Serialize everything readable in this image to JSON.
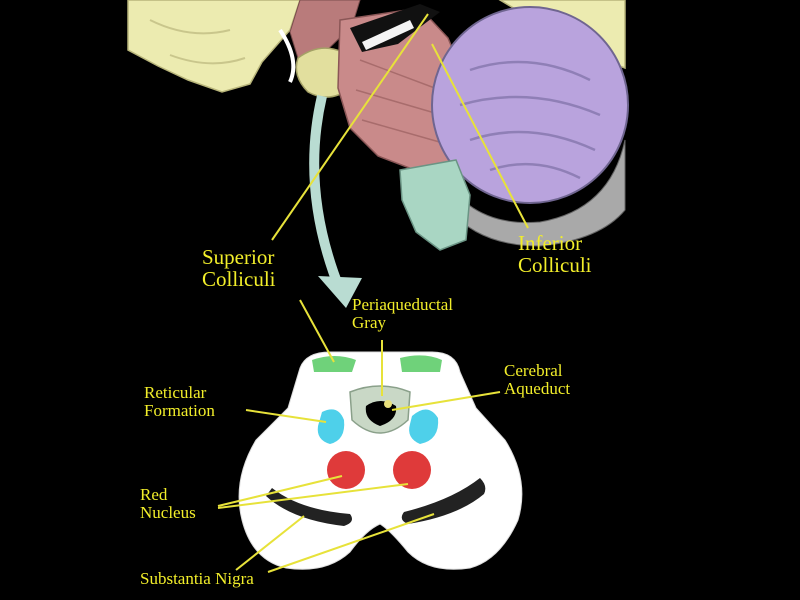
{
  "labels": {
    "superior_colliculi": [
      "Superior",
      "Colliculi"
    ],
    "inferior_colliculi": [
      "Inferior",
      "Colliculi"
    ],
    "periaqueductal_gray": [
      "Periaqueductal",
      "Gray"
    ],
    "cerebral_aqueduct": [
      "Cerebral",
      "Aqueduct"
    ],
    "reticular_formation": [
      "Reticular",
      "Formation"
    ],
    "red_nucleus": [
      "Red",
      "Nucleus"
    ],
    "substantia_nigra": [
      "Substantia Nigra"
    ]
  },
  "colors": {
    "background": "#000000",
    "label": "#f2ee2a",
    "leader_line": "#e7e23a",
    "cerebrum": "#ecebb0",
    "brainstem_red": "#c98a8a",
    "cerebellum": "#b9a3dd",
    "medulla": "#a9d6c3",
    "section_fill": "#ffffff",
    "superior_colliculus": "#6fd27a",
    "reticular_formation": "#4ed0ea",
    "red_nucleus": "#df3a3a",
    "substantia_nigra": "#222222",
    "periaqueductal_gray": "#c9d8c6",
    "arrow": "#b9dcd2"
  }
}
